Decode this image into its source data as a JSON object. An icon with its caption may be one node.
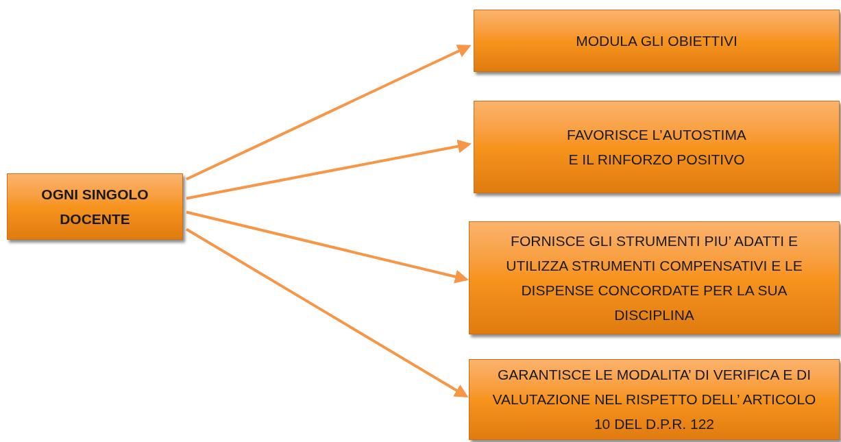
{
  "diagram": {
    "nodes": [
      {
        "text": [
          "OGNI SINGOLO DOCENTE"
        ]
      },
      {
        "text": [
          "MODULA GLI OBIETTIVI"
        ]
      },
      {
        "text": [
          "FAVORISCE L’AUTOSTIMA E IL RINFORZO POSITIVO"
        ]
      },
      {
        "text": [
          "FORNISCE GLI STRUMENTI PIU’ ADATTI E UTILIZZA STRUMENTI COMPENSATIVI E LE DISPENSE CONCORDATE PER LA SUA DISCIPLINA"
        ]
      },
      {
        "text": [
          "GARANTISCE LE MODALITA’ DI VERIFICA E DI VALUTAZIONE NEL RISPETTO DELL’ ARTICOLO 10 DEL D.P.R. 122"
        ]
      }
    ],
    "edges": [
      {
        "from": 0,
        "to": 1,
        "arrow": "to"
      },
      {
        "from": 0,
        "to": 2,
        "arrow": "to"
      },
      {
        "from": 0,
        "to": 3,
        "arrow": "to"
      },
      {
        "from": 0,
        "to": 4,
        "arrow": "to"
      }
    ]
  }
}
